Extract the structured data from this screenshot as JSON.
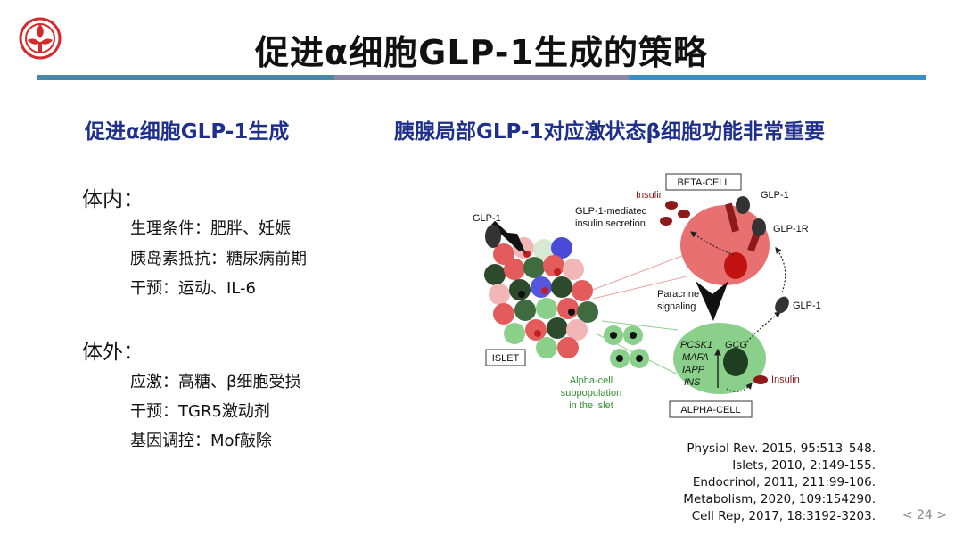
{
  "slide": {
    "title": "促进α细胞GLP-1生成的策略",
    "page_number": "< 24 >",
    "colors": {
      "heading": "#1e2f8c",
      "bar_left": "#4a86a8",
      "bar_mid": "#8a86a6",
      "bar_right": "#3a8fc9",
      "logo": "#d42a2a"
    }
  },
  "left": {
    "heading": "促进α细胞GLP-1生成",
    "in_vivo": {
      "label": "体内：",
      "items": [
        "生理条件：肥胖、妊娠",
        "胰岛素抵抗：糖尿病前期",
        "干预：运动、IL-6"
      ]
    },
    "in_vitro": {
      "label": "体外：",
      "items": [
        "应激：高糖、β细胞受损",
        "干预：TGR5激动剂",
        "基因调控：Mof敲除"
      ]
    }
  },
  "right": {
    "heading": "胰腺局部GLP-1对应激状态β细胞功能非常重要"
  },
  "figure": {
    "beta_cell": "BETA-CELL",
    "insulin_top": "Insulin",
    "glp1_top": "GLP-1",
    "glp1r": "GLP-1R",
    "glp1_mediated_1": "GLP-1-mediated",
    "glp1_mediated_2": "insulin secretion",
    "glp1_left": "GLP-1",
    "paracrine_1": "Paracrine",
    "paracrine_2": "signaling",
    "glp1_right": "GLP-1",
    "pcsk1": "PCSK1",
    "gcg": "GCG",
    "mafa": "MAFA",
    "iapp": "IAPP",
    "ins": "INS",
    "insulin_bottom": "Insulin",
    "alpha_cell": "ALPHA-CELL",
    "islet": "ISLET",
    "alpha_sub_1": "Alpha-cell",
    "alpha_sub_2": "subpopulation",
    "alpha_sub_3": "in the islet"
  },
  "references": [
    "Physiol Rev. 2015, 95:513–548.",
    "Islets, 2010, 2:149-155.",
    "Endocrinol, 2011, 211:99-106.",
    "Metabolism, 2020, 109:154290.",
    "Cell Rep, 2017, 18:3192-3203."
  ]
}
